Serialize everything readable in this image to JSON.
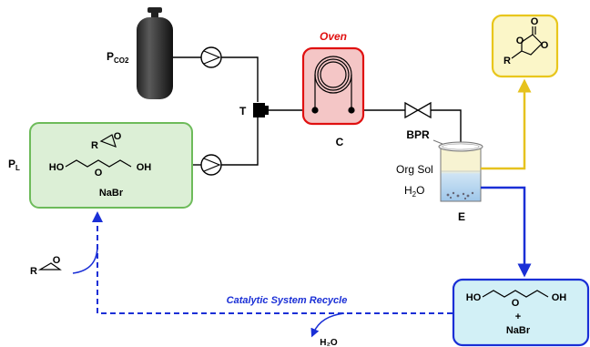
{
  "labels": {
    "pco2_main": "P",
    "pco2_sub": "CO2",
    "pl_main": "P",
    "pl_sub": "L",
    "tee": "T",
    "oven": "Oven",
    "coil": "C",
    "bpr": "BPR",
    "org_sol": "Org Sol",
    "water_main": "H",
    "water_sub": "2",
    "water_tail": "O",
    "separator": "E",
    "recycle": "Catalytic System Recycle",
    "water_out": "H₂O"
  },
  "feed_box": {
    "ho_left": "HO",
    "o_mid": "O",
    "oh_right": "OH",
    "r_epoxide": "R",
    "o_epoxide": "O",
    "salt": "NaBr"
  },
  "recycle_box": {
    "ho_left": "HO",
    "o_mid": "O",
    "oh_right": "OH",
    "plus": "+",
    "salt": "NaBr"
  },
  "product": {
    "r": "R",
    "o_ring_left": "O",
    "o_ring_right": "O",
    "o_carbonyl": "O"
  },
  "epoxide_feed": {
    "r": "R",
    "o": "O"
  },
  "colors": {
    "oven_fill": "#f4c6c6",
    "oven_border": "#e01010",
    "oven_text": "#e01010",
    "feed_fill": "#dcefd6",
    "feed_border": "#6dbb5a",
    "product_fill": "#fbf6c8",
    "product_border": "#e8c61c",
    "recycle_fill": "#d2f0f6",
    "recycle_border": "#1a2fd6",
    "blue_line": "#1a2fd6",
    "yellow_line": "#e6c21e"
  }
}
